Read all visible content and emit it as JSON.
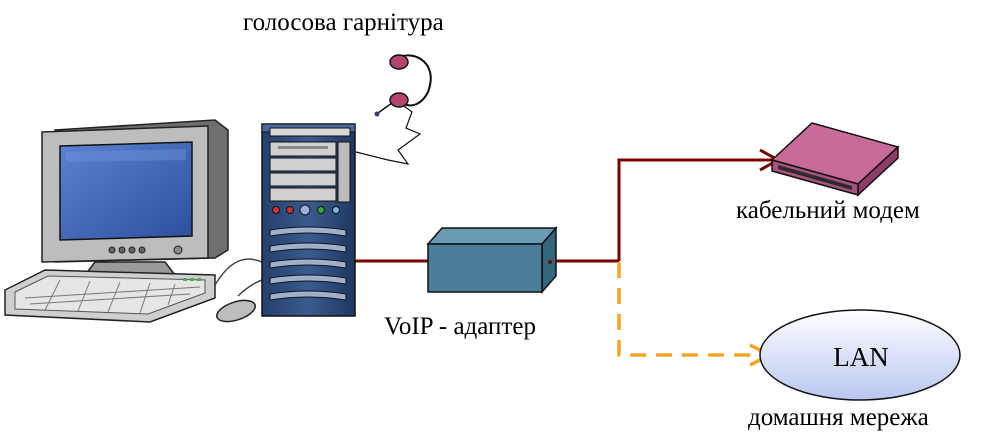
{
  "labels": {
    "headset": "голосова гарнітура",
    "cable_modem": "кабельний модем",
    "voip_adapter": "VoIP - адаптер",
    "lan": "LAN",
    "home_network": "домашня мережа"
  },
  "colors": {
    "wired_link": "#7a0000",
    "lan_link": "#f5a623",
    "tower_body": "#2e4a78",
    "adapter_body": "#4a7d98",
    "modem_body": "#c86b99",
    "lan_fill": "#c7d2f5",
    "monitor_screen": "#3a5fb0"
  },
  "icons": {
    "computer": "desktop-computer-icon",
    "tower": "pc-tower-icon",
    "headset": "headset-icon",
    "adapter": "voip-adapter-icon",
    "modem": "cable-modem-icon",
    "lan": "lan-cloud-icon"
  }
}
